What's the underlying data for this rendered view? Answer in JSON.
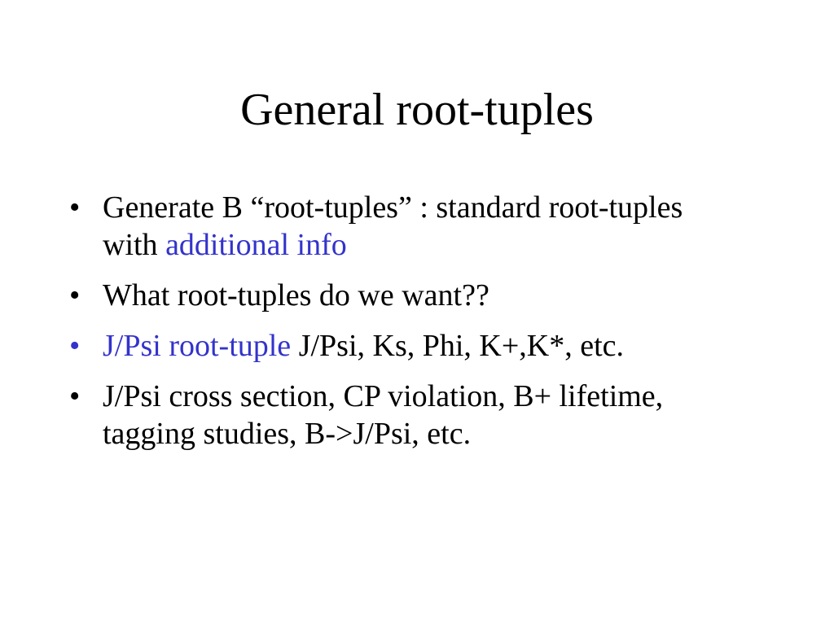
{
  "slide": {
    "title": "General root-tuples",
    "bullet_char": "•",
    "bullets": [
      {
        "text": "Generate B “root-tuples” : standard root-tuples with ",
        "link": "additional info",
        "after": ""
      },
      {
        "text": "What root-tuples do we want??"
      },
      {
        "link": "J/Psi root-tuple",
        "after": " J/Psi, Ks, Phi, K+,K*, etc."
      },
      {
        "text": "J/Psi cross section, CP violation, B+ lifetime, tagging studies, B->J/Psi, etc."
      }
    ]
  },
  "colors": {
    "link": "#3333cc",
    "text": "#000000",
    "background": "#ffffff"
  }
}
